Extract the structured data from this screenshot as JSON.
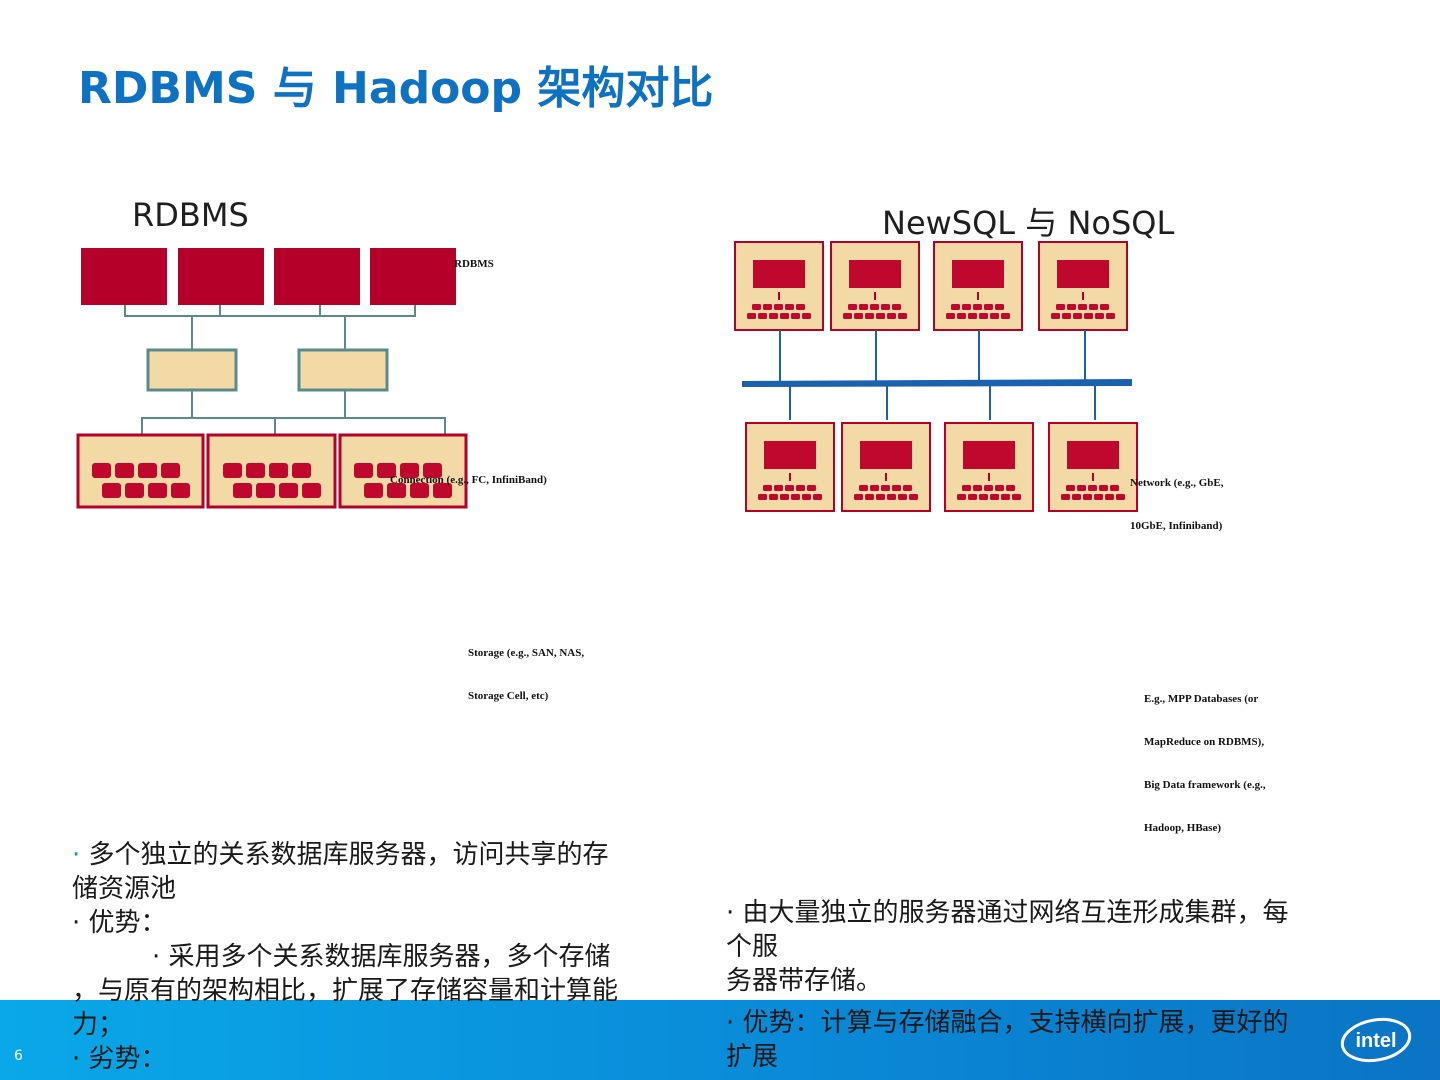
{
  "title": "RDBMS 与 Hadoop 架构对比",
  "left": {
    "heading": "RDBMS",
    "diagram_labels": {
      "rdbms": "RDBMS",
      "connection": "Connection (e.g., FC, InfiniBand)",
      "storage_line1": "Storage (e.g., SAN, NAS,",
      "storage_line2": "Storage Cell, etc)"
    },
    "bullets": {
      "b1_line1": "多个独立的关系数据库服务器，访问共享的存",
      "b1_line2": "储资源池",
      "b2": "优势：",
      "b3_line1": "采用多个关系数据库服务器，多个存储",
      "b3_line2": "，与原有的架构相比，扩展了存储容量和计算能",
      "b3_line3": "力；",
      "b4": "劣势："
    }
  },
  "right": {
    "heading": "NewSQL  与  NoSQL",
    "diagram_labels": {
      "network_line1": "Network (e.g., GbE,",
      "network_line2": "10GbE, Infiniband)",
      "mpp_line1": "E.g., MPP Databases (or",
      "mpp_line2": "MapReduce on RDBMS),",
      "mpp_line3": "Big Data framework (e.g.,",
      "mpp_line4": "Hadoop, HBase)"
    },
    "bullets": {
      "b1_line1": "由大量独立的服务器通过网络互连形成集群，每",
      "b1_line2": "个服",
      "b1_line3": "务器带存储。",
      "b2_line1": "优势：计算与存储融合，支持横向扩展，更好的",
      "b2_line2": "扩展"
    }
  },
  "footer": {
    "page_number": "6",
    "logo_text": "intel"
  },
  "colors": {
    "title_blue": "#0f71c1",
    "server_red": "#b5002a",
    "box_tan": "#f3d9a6",
    "bus_blue": "#1a62b0"
  }
}
